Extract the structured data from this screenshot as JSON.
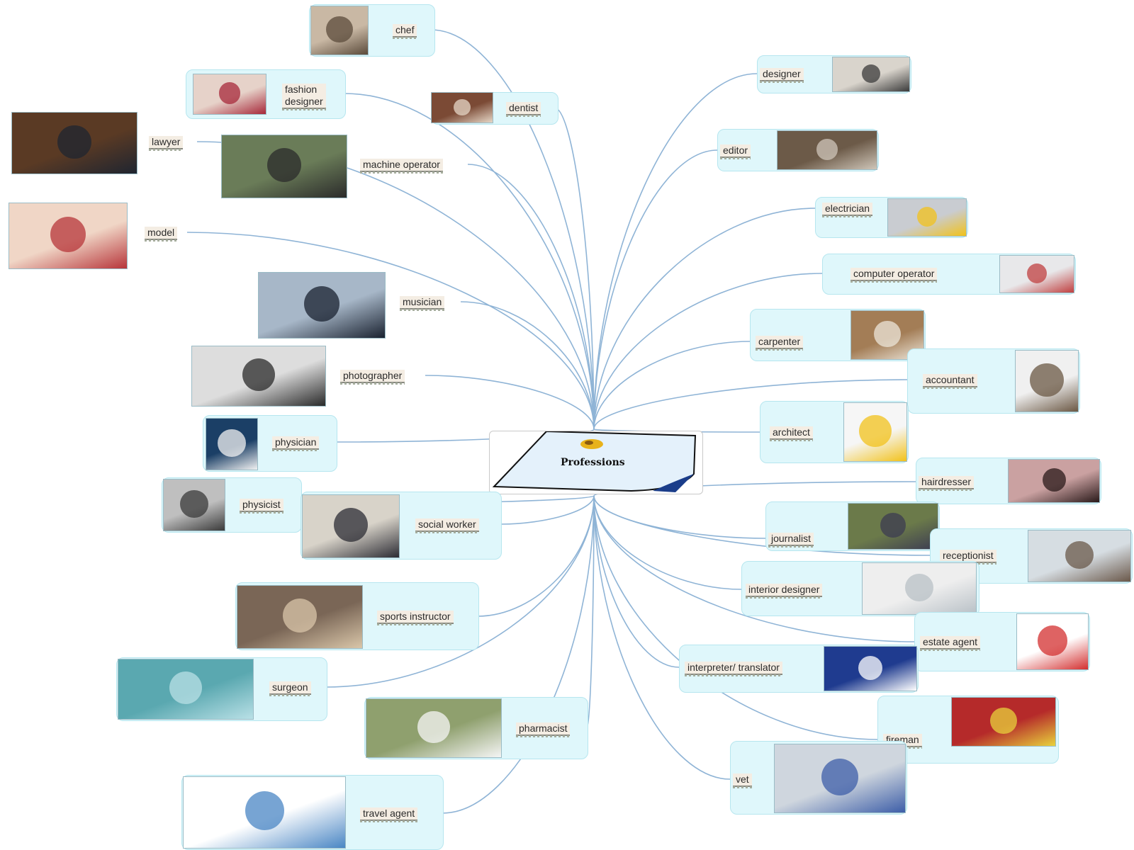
{
  "center": {
    "title": "Professions",
    "icon": "stamp-icon"
  },
  "colors": {
    "link": "#8fb4d6",
    "callout": "#dff7fb",
    "label": "#f4ede3"
  },
  "nodes": [
    {
      "id": "chef",
      "label": "chef",
      "side": "left",
      "photo": [
        "#c9b8a4",
        "#5b4b3b"
      ]
    },
    {
      "id": "fashion-designer",
      "label": "fashion\ndesigner",
      "side": "left",
      "photo": [
        "#e6d2c9",
        "#a7283a"
      ]
    },
    {
      "id": "dentist",
      "label": "dentist",
      "side": "left",
      "photo": [
        "#7b4a35",
        "#e6d7c7"
      ]
    },
    {
      "id": "lawyer",
      "label": "lawyer",
      "side": "left",
      "photo": [
        "#5a3a24",
        "#1f2530"
      ]
    },
    {
      "id": "machine-operator",
      "label": "machine operator",
      "side": "left",
      "photo": [
        "#6a7c58",
        "#2b2b2b"
      ]
    },
    {
      "id": "model",
      "label": "model",
      "side": "left",
      "photo": [
        "#f0d6c6",
        "#b7353a"
      ]
    },
    {
      "id": "musician",
      "label": "musician",
      "side": "left",
      "photo": [
        "#a7b7c8",
        "#1a2230"
      ]
    },
    {
      "id": "photographer",
      "label": "photographer",
      "side": "left",
      "photo": [
        "#dddddd",
        "#2a2a2a"
      ]
    },
    {
      "id": "physician",
      "label": "physician",
      "side": "left",
      "photo": [
        "#1b3f66",
        "#f2f2f2"
      ]
    },
    {
      "id": "physicist",
      "label": "physicist",
      "side": "left",
      "photo": [
        "#bfbfbf",
        "#3a3a3a"
      ]
    },
    {
      "id": "social-worker",
      "label": "social worker",
      "side": "left",
      "photo": [
        "#d8d3c9",
        "#2c2c34"
      ]
    },
    {
      "id": "sports-instructor",
      "label": "sports instructor",
      "side": "left",
      "photo": [
        "#7a6656",
        "#d9c6a9"
      ]
    },
    {
      "id": "surgeon",
      "label": "surgeon",
      "side": "left",
      "photo": [
        "#5aa8b0",
        "#b9e0e6"
      ]
    },
    {
      "id": "pharmacist",
      "label": "pharmacist",
      "side": "left",
      "photo": [
        "#8fa06e",
        "#f5f5f5"
      ]
    },
    {
      "id": "travel-agent",
      "label": "travel agent",
      "side": "left",
      "photo": [
        "#ffffff",
        "#4a86c4"
      ]
    },
    {
      "id": "designer",
      "label": "designer",
      "side": "right",
      "photo": [
        "#d9d4cc",
        "#3b3b3b"
      ]
    },
    {
      "id": "editor",
      "label": "editor",
      "side": "right",
      "photo": [
        "#6c5a48",
        "#cfc6b9"
      ]
    },
    {
      "id": "electrician",
      "label": "electrician",
      "side": "right",
      "photo": [
        "#c9ccd1",
        "#f1c21b"
      ]
    },
    {
      "id": "computer-operator",
      "label": "computer operator",
      "side": "right",
      "photo": [
        "#e8e8ea",
        "#c04040"
      ]
    },
    {
      "id": "carpenter",
      "label": "carpenter",
      "side": "right",
      "photo": [
        "#a37d56",
        "#ece5d9"
      ]
    },
    {
      "id": "accountant",
      "label": "accountant",
      "side": "right",
      "photo": [
        "#f0f0f0",
        "#6b5844"
      ]
    },
    {
      "id": "architect",
      "label": "architect",
      "side": "right",
      "photo": [
        "#f6f6f6",
        "#f2c21b"
      ]
    },
    {
      "id": "hairdresser",
      "label": "hairdresser",
      "side": "right",
      "photo": [
        "#caa1a1",
        "#2a1a1a"
      ]
    },
    {
      "id": "journalist",
      "label": "journalist",
      "side": "right",
      "photo": [
        "#6b7a4a",
        "#3c3c52"
      ]
    },
    {
      "id": "receptionist",
      "label": "receptionist",
      "side": "right",
      "photo": [
        "#d6dde2",
        "#6a584a"
      ]
    },
    {
      "id": "interior-designer",
      "label": "interior designer",
      "side": "right",
      "photo": [
        "#eeeeee",
        "#b8c0c6"
      ]
    },
    {
      "id": "estate-agent",
      "label": "estate agent",
      "side": "right",
      "photo": [
        "#ffffff",
        "#d32f2f"
      ]
    },
    {
      "id": "interpreter-translator",
      "label": "interpreter/ translator",
      "side": "right",
      "photo": [
        "#1f3b8f",
        "#ffffff"
      ]
    },
    {
      "id": "fireman",
      "label": "fireman",
      "side": "right",
      "photo": [
        "#b52a2a",
        "#e8d23c"
      ]
    },
    {
      "id": "vet",
      "label": "vet",
      "side": "right",
      "photo": [
        "#cfd6de",
        "#3d5ea8"
      ]
    }
  ]
}
